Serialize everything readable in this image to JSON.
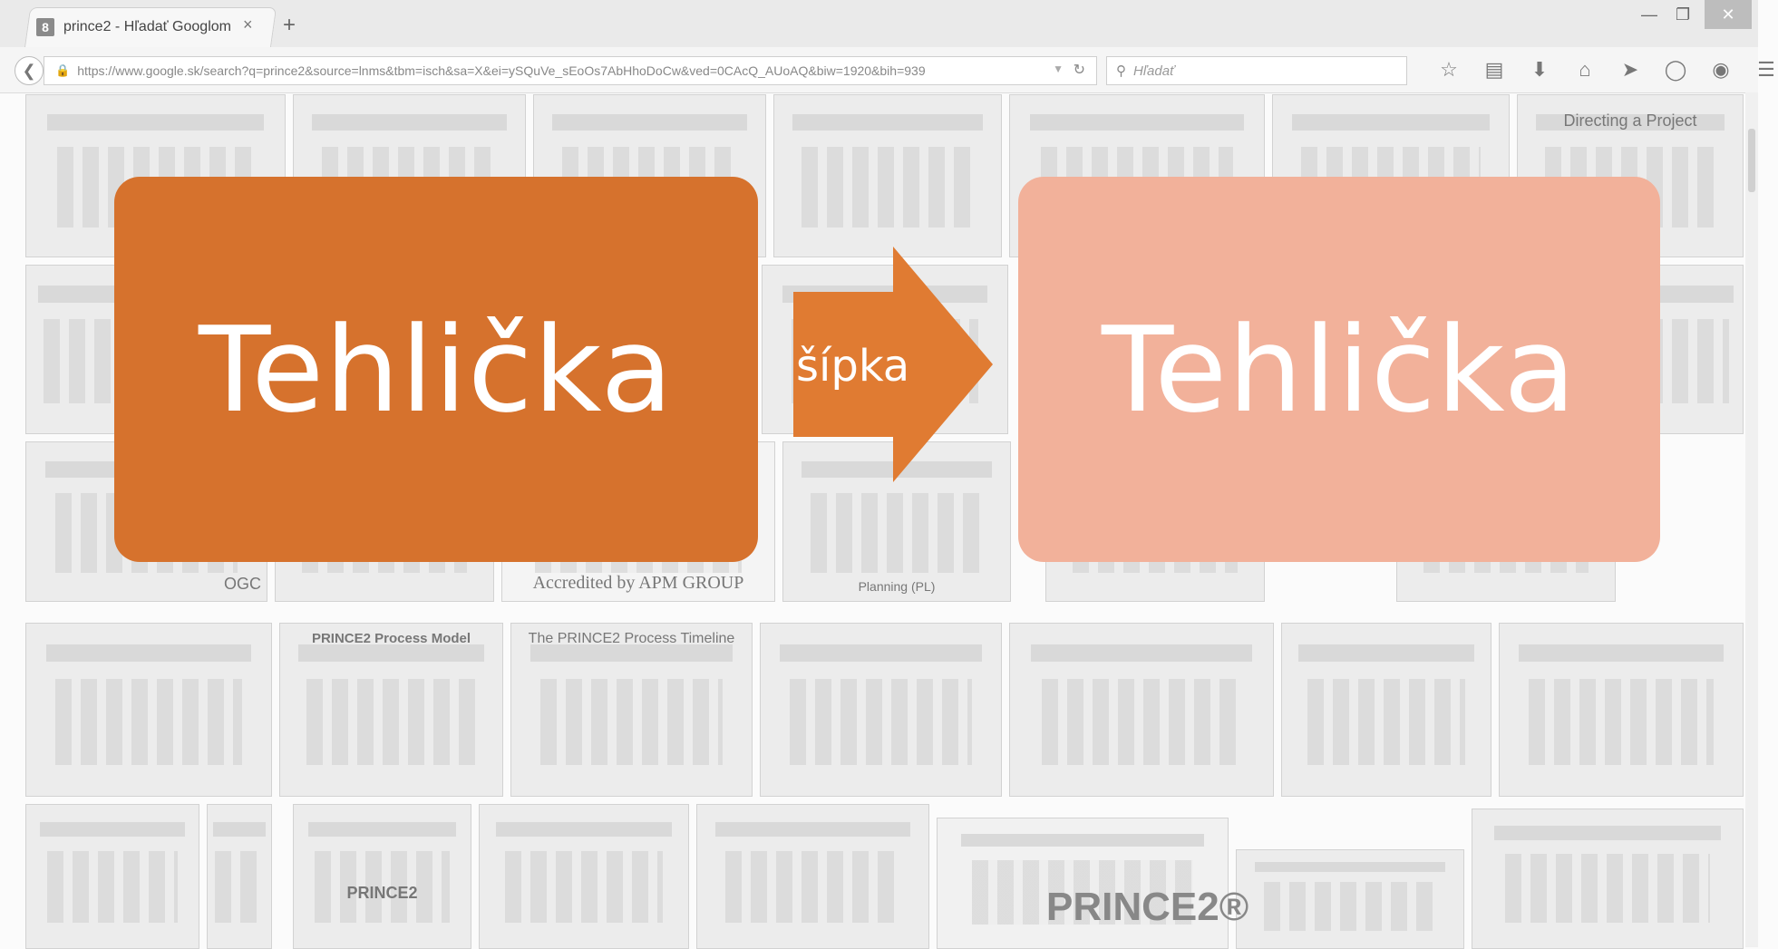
{
  "browser": {
    "tab_title": "prince2 - Hľadať Googlom",
    "tab_favicon": "8",
    "tab_close": "×",
    "new_tab": "+",
    "url": "https://www.google.sk/search?q=prince2&source=lnms&tbm=isch&sa=X&ei=ySQuVe_sEoOs7AbHhoDoCw&ved=0CAcQ_AUoAQ&biw=1920&bih=939",
    "search_placeholder": "Hľadať",
    "toolbar_icons": [
      "star-icon",
      "reading-list-icon",
      "download-icon",
      "home-icon",
      "send-icon",
      "pocket-icon",
      "chat-icon",
      "menu-icon"
    ]
  },
  "thumbnails": {
    "accredited": "Accredited by APM GROUP",
    "ogc": "OGC",
    "process_model": "PRINCE2 Process Model",
    "timeline": "The PRINCE2 Process Timeline",
    "prince2_cycle": "PRINCE2",
    "prince2_logo": "PRINCE2®",
    "directing": "Directing a Project",
    "planning": "Planning (PL)"
  },
  "diagram": {
    "left_brick": "Tehlička",
    "arrow": "šípka",
    "right_brick": "Tehlička",
    "colors": {
      "left_brick": "#d6722d",
      "arrow": "#e07b32",
      "right_brick": "#f2b19a"
    }
  }
}
